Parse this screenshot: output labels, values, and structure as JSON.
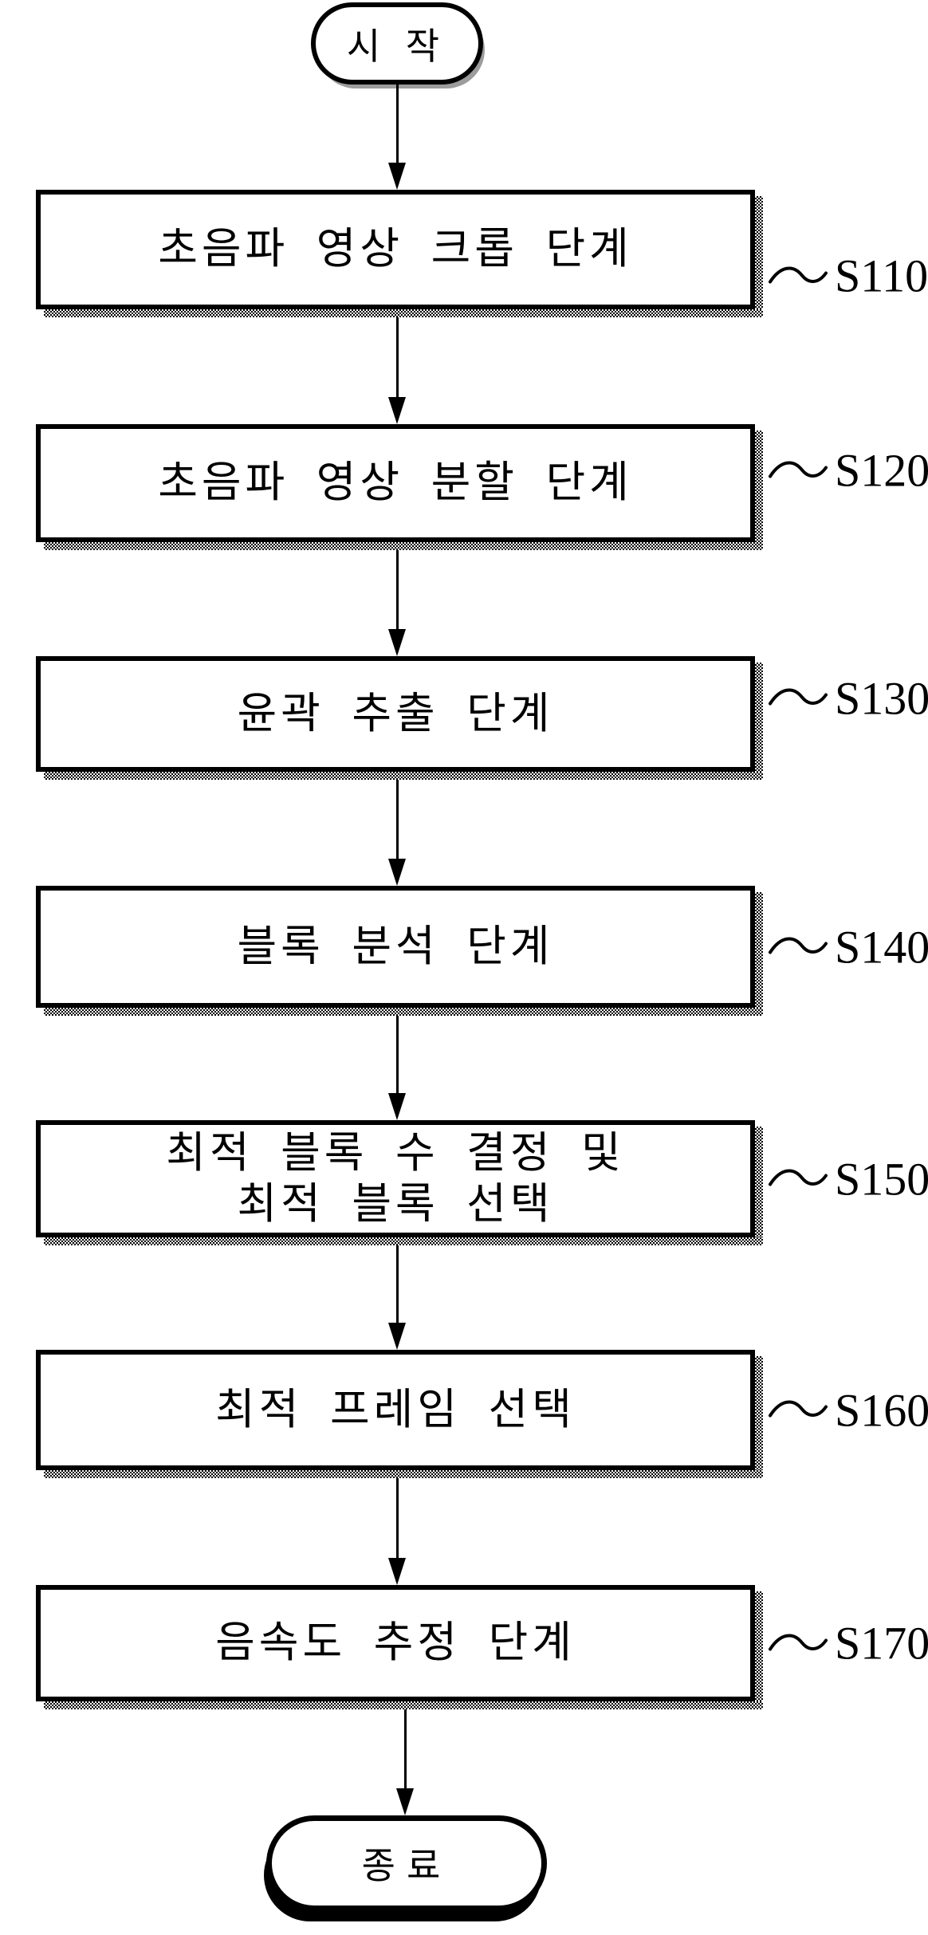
{
  "figure": {
    "start_label": "시 작",
    "end_label": "종료",
    "steps": [
      {
        "line1": "초음파 영상 크롭 단계",
        "line2": "",
        "tag": "S110"
      },
      {
        "line1": "초음파 영상 분할 단계",
        "line2": "",
        "tag": "S120"
      },
      {
        "line1": "윤곽 추출 단계",
        "line2": "",
        "tag": "S130"
      },
      {
        "line1": "블록 분석 단계",
        "line2": "",
        "tag": "S140"
      },
      {
        "line1": "최적 블록 수 결정 및",
        "line2": "최적 블록 선택",
        "tag": "S150"
      },
      {
        "line1": "최적 프레임 선택",
        "line2": "",
        "tag": "S160"
      },
      {
        "line1": "음속도 추정 단계",
        "line2": "",
        "tag": "S170"
      }
    ],
    "icons": {
      "tilde_connector": "~",
      "arrow_head": "▼"
    },
    "colors": {
      "ink": "#000000",
      "paper": "#ffffff",
      "shadow_stipple": "#9c9c9c"
    }
  }
}
